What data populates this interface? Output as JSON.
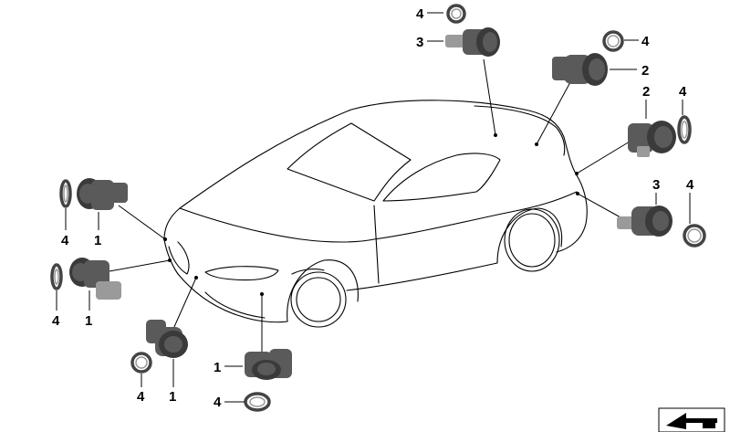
{
  "callouts": {
    "c1": "4",
    "c2": "3",
    "c3": "4",
    "c4": "2",
    "c5": "2",
    "c6": "4",
    "c7": "3",
    "c8": "4",
    "c9": "4",
    "c10": "1",
    "c11": "4",
    "c12": "1",
    "c13": "4",
    "c14": "1",
    "c15": "1",
    "c16": "4"
  },
  "colors": {
    "line": "#000000",
    "part": "#5a5a5a",
    "background": "#ffffff"
  },
  "icons": {
    "corner": "scissors-arrow-icon"
  }
}
